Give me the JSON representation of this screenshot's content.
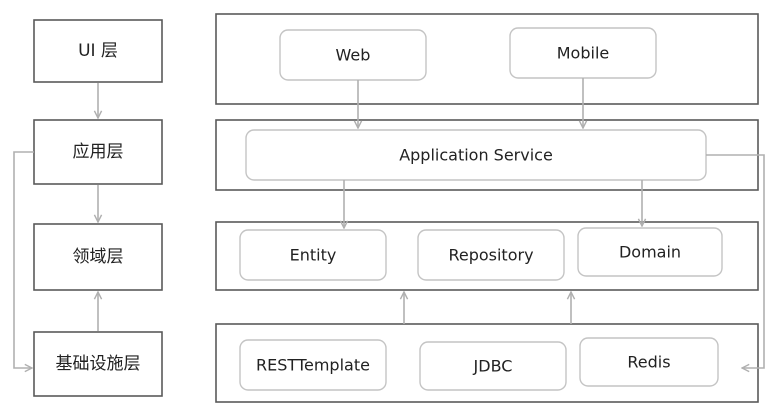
{
  "layers": [
    {
      "label": "UI 层"
    },
    {
      "label": "应用层"
    },
    {
      "label": "领域层"
    },
    {
      "label": "基础设施层"
    }
  ],
  "ui": {
    "web": "Web",
    "mobile": "Mobile"
  },
  "application": {
    "service": "Application Service"
  },
  "domain": {
    "entity": "Entity",
    "repository": "Repository",
    "domain": "Domain"
  },
  "infrastructure": {
    "rest": "RESTTemplate",
    "jdbc": "JDBC",
    "redis": "Redis"
  },
  "colors": {
    "border": "#5a5a5a",
    "component_border": "#c4c4c4",
    "arrow": "#b0b0b0"
  }
}
